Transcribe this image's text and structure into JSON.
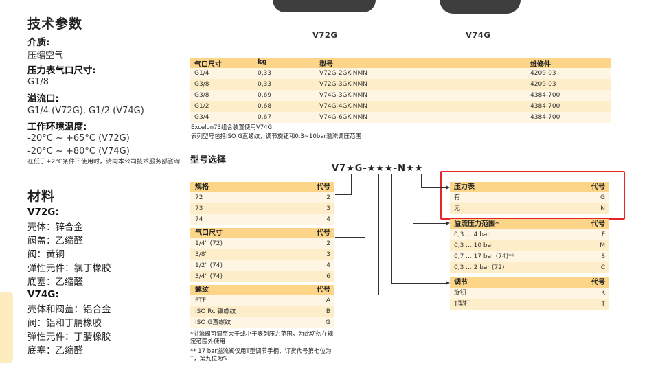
{
  "specs": {
    "title": "技术参数",
    "medium_label": "介质:",
    "medium_value": "压缩空气",
    "gauge_label": "压力表气口尺寸:",
    "gauge_value": "G1/8",
    "overflow_label": "溢流口:",
    "overflow_value": "G1/4 (V72G), G1/2 (V74G)",
    "temp_label": "工作环境温度:",
    "temp_value_1": "-20°C ~ +65°C (V72G)",
    "temp_value_2": "-20°C ~ +80°C (V74G)",
    "temp_note": "在低于+2°C条件下使用时，请向本公司技术服务部咨询"
  },
  "materials": {
    "title": "材料",
    "v72g_label": "V72G:",
    "v72g_items": [
      "壳体：锌合金",
      "阀盖：乙缩醛",
      "阀：黄铜",
      "弹性元件：氯丁橡胶",
      "底塞：乙缩醛"
    ],
    "v74g_label": "V74G:",
    "v74g_items": [
      "壳体和阀盖：铝合金",
      "阀：铝和丁腈橡胶",
      "弹性元件：丁腈橡胶",
      "底塞：乙缩醛"
    ]
  },
  "products": {
    "left_caption": "V72G",
    "right_caption": "V74G"
  },
  "models_table": {
    "headers": [
      "气口尺寸",
      "kg",
      "型号",
      "维修件"
    ],
    "rows": [
      [
        "G1/4",
        "0,33",
        "V72G-2GK-NMN",
        "4209-03"
      ],
      [
        "G3/8",
        "0,33",
        "V72G-3GK-NMN",
        "4209-03"
      ],
      [
        "G3/8",
        "0,69",
        "V74G-3GK-NMN",
        "4384-700"
      ],
      [
        "G1/2",
        "0,68",
        "V74G-4GK-NMN",
        "4384-700"
      ],
      [
        "G3/4",
        "0,67",
        "V74G-6GK-NMN",
        "4384-700"
      ]
    ],
    "note_1": "Excelon73组合装置使用V74G",
    "note_2": "表列型号包括ISO G直螺纹，调节旋钮和0.3~10bar溢流调压范围"
  },
  "selection": {
    "title": "型号选择",
    "code": "V7★G-★★★-N★★",
    "size_table": {
      "headers": [
        "规格",
        "代号"
      ],
      "rows": [
        [
          "72",
          "2"
        ],
        [
          "73",
          "3"
        ],
        [
          "74",
          "4"
        ]
      ]
    },
    "port_table": {
      "headers": [
        "气口尺寸",
        "代号"
      ],
      "rows": [
        [
          "1/4\" (72)",
          "2"
        ],
        [
          "3/8\"",
          "3"
        ],
        [
          "1/2\" (74)",
          "4"
        ],
        [
          "3/4\" (74)",
          "6"
        ]
      ]
    },
    "thread_table": {
      "headers": [
        "螺纹",
        "代号"
      ],
      "rows": [
        [
          "PTF",
          "A"
        ],
        [
          "ISO Rc 锥螺纹",
          "B"
        ],
        [
          "ISO G直螺纹",
          "G"
        ]
      ]
    },
    "gauge_table": {
      "headers": [
        "压力表",
        "代号"
      ],
      "rows": [
        [
          "有",
          "G"
        ],
        [
          "无",
          "N"
        ]
      ]
    },
    "relief_table": {
      "headers": [
        "溢流压力范围*",
        "代号"
      ],
      "rows": [
        [
          "0,3 ... 4 bar",
          "F"
        ],
        [
          "0,3 ... 10 bar",
          "M"
        ],
        [
          "0,7 ... 17 bar (74)**",
          "S"
        ],
        [
          "0,3 ... 2 bar (72)",
          "C"
        ]
      ]
    },
    "adjust_table": {
      "headers": [
        "调节",
        "代号"
      ],
      "rows": [
        [
          "旋钮",
          "K"
        ],
        [
          "T型杆",
          "T"
        ]
      ]
    },
    "footnote_1": "*溢流阀可调至大于或小于表列压力范围，为此切勿在规定范围外使用",
    "footnote_2": "** 17 bar溢流阀仅用T型调节手柄，订货代号第七位为T，第九位为S"
  },
  "colors": {
    "header": "#fdd589",
    "row_light": "#fef6e2",
    "row_dark": "#fdeec9",
    "highlight": "#e52528"
  }
}
